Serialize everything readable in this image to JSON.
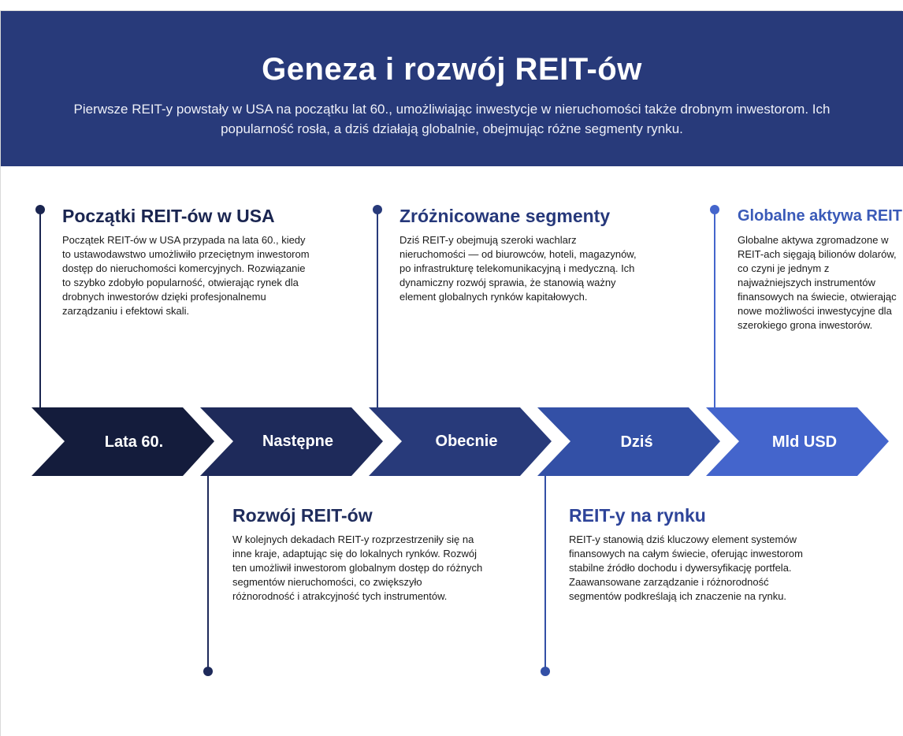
{
  "header": {
    "title": "Geneza i rozwój REIT-ów",
    "subtitle": "Pierwsze REIT-y powstały w USA na początku lat 60., umożliwiając inwestycje w nieruchomości także drobnym inwestorom. Ich popularność rosła, a dziś działają globalnie, obejmując różne segmenty rynku."
  },
  "timeline": {
    "steps": [
      {
        "label": "Lata 60.",
        "color": "#141c3c"
      },
      {
        "label": "Następne",
        "color": "#1e2a5a"
      },
      {
        "label": "Obecnie",
        "color": "#283a7a"
      },
      {
        "label": "Dziś",
        "color": "#3350a6"
      },
      {
        "label": "Mld USD",
        "color": "#4465cc"
      }
    ]
  },
  "cards": {
    "top": [
      {
        "title": "Początki REIT-ów w USA",
        "text": "Początek REIT-ów w USA przypada na lata 60., kiedy to ustawodawstwo umożliwiło przeciętnym inwestorom dostęp do nieruchomości komercyjnych. Rozwiązanie to szybko zdobyło popularność, otwierając rynek dla drobnych inwestorów dzięki profesjonalnemu zarządzaniu i efektowi skali."
      },
      {
        "title": "Zróżnicowane segmenty",
        "text": "Dziś REIT-y obejmują szeroki wachlarz nieruchomości — od biurowców, hoteli, magazynów, po infrastrukturę telekomunikacyjną i medyczną. Ich dynamiczny rozwój sprawia, że stanowią ważny element globalnych rynków kapitałowych."
      },
      {
        "title": "Globalne aktywa REIT",
        "text": "Globalne aktywa zgromadzone w REIT-ach sięgają bilionów dolarów, co czyni je jednym z najważniejszych instrumentów finansowych na świecie, otwierając nowe możliwości inwestycyjne dla szerokiego grona inwestorów."
      }
    ],
    "bottom": [
      {
        "title": "Rozwój REIT-ów",
        "text": "W kolejnych dekadach REIT-y rozprzestrzeniły się na inne kraje, adaptując się do lokalnych rynków. Rozwój ten umożliwił inwestorom globalnym dostęp do różnych segmentów nieruchomości, co zwiększyło różnorodność i atrakcyjność tych instrumentów."
      },
      {
        "title": "REIT-y na rynku",
        "text": "REIT-y stanowią dziś kluczowy element systemów finansowych na całym świecie, oferując inwestorom stabilne źródło dochodu i dywersyfikację portfela. Zaawansowane zarządzanie i różnorodność segmentów podkreślają ich znaczenie na rynku."
      }
    ]
  }
}
